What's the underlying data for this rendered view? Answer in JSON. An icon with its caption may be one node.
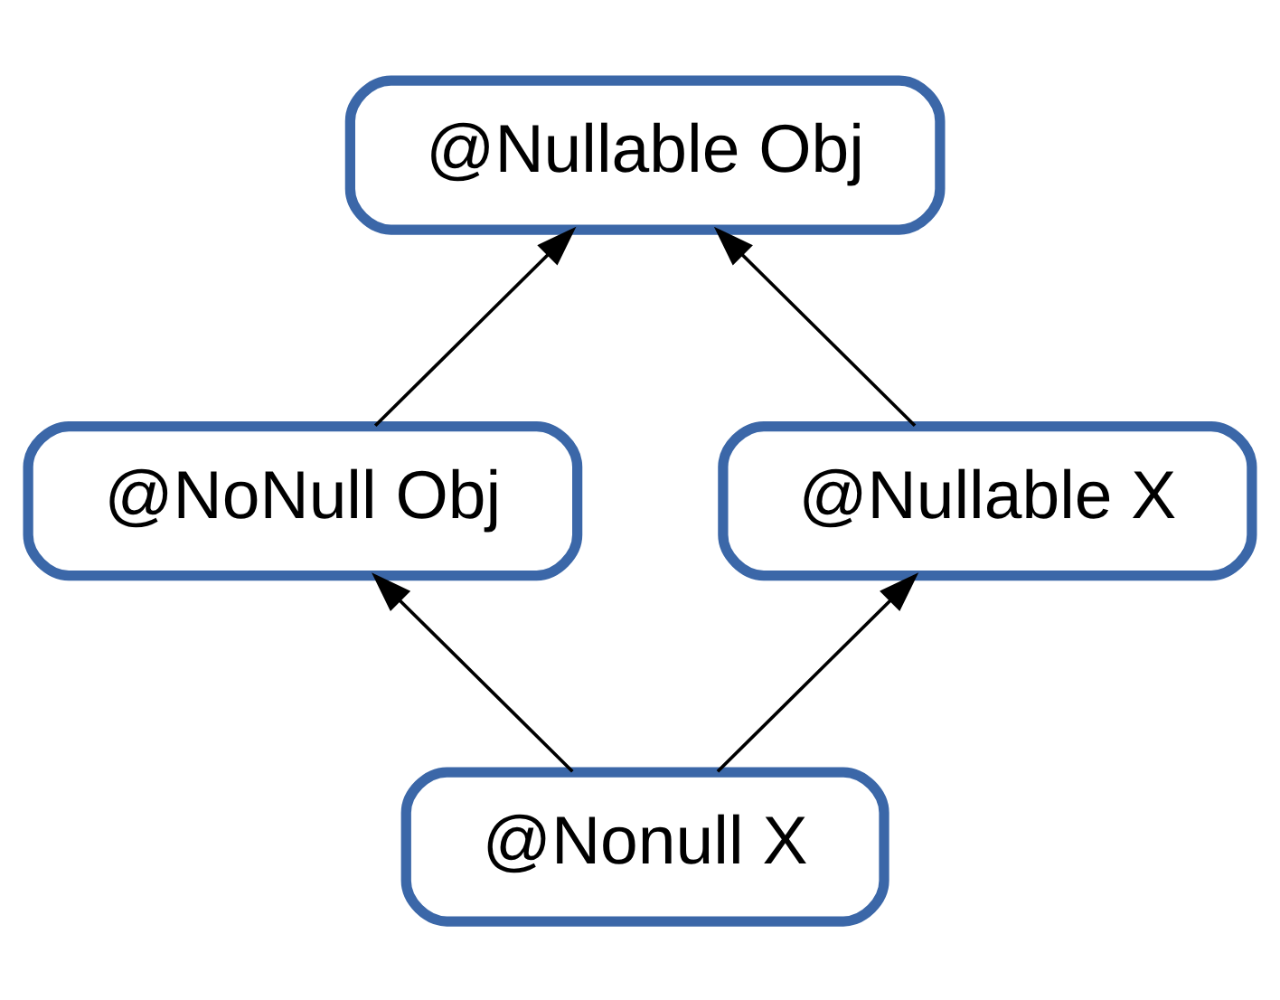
{
  "diagram": {
    "nodes": [
      {
        "text": [
          "@Nullable Obj"
        ]
      },
      {
        "text": [
          "@NoNull Obj"
        ]
      },
      {
        "text": [
          "@Nullable X"
        ]
      },
      {
        "text": [
          "@Nonull X"
        ]
      }
    ],
    "edges": [
      {
        "from": 1,
        "to": 0,
        "arrow": "to"
      },
      {
        "from": 2,
        "to": 0,
        "arrow": "to"
      },
      {
        "from": 3,
        "to": 1,
        "arrow": "to"
      },
      {
        "from": 3,
        "to": 2,
        "arrow": "to"
      }
    ]
  }
}
